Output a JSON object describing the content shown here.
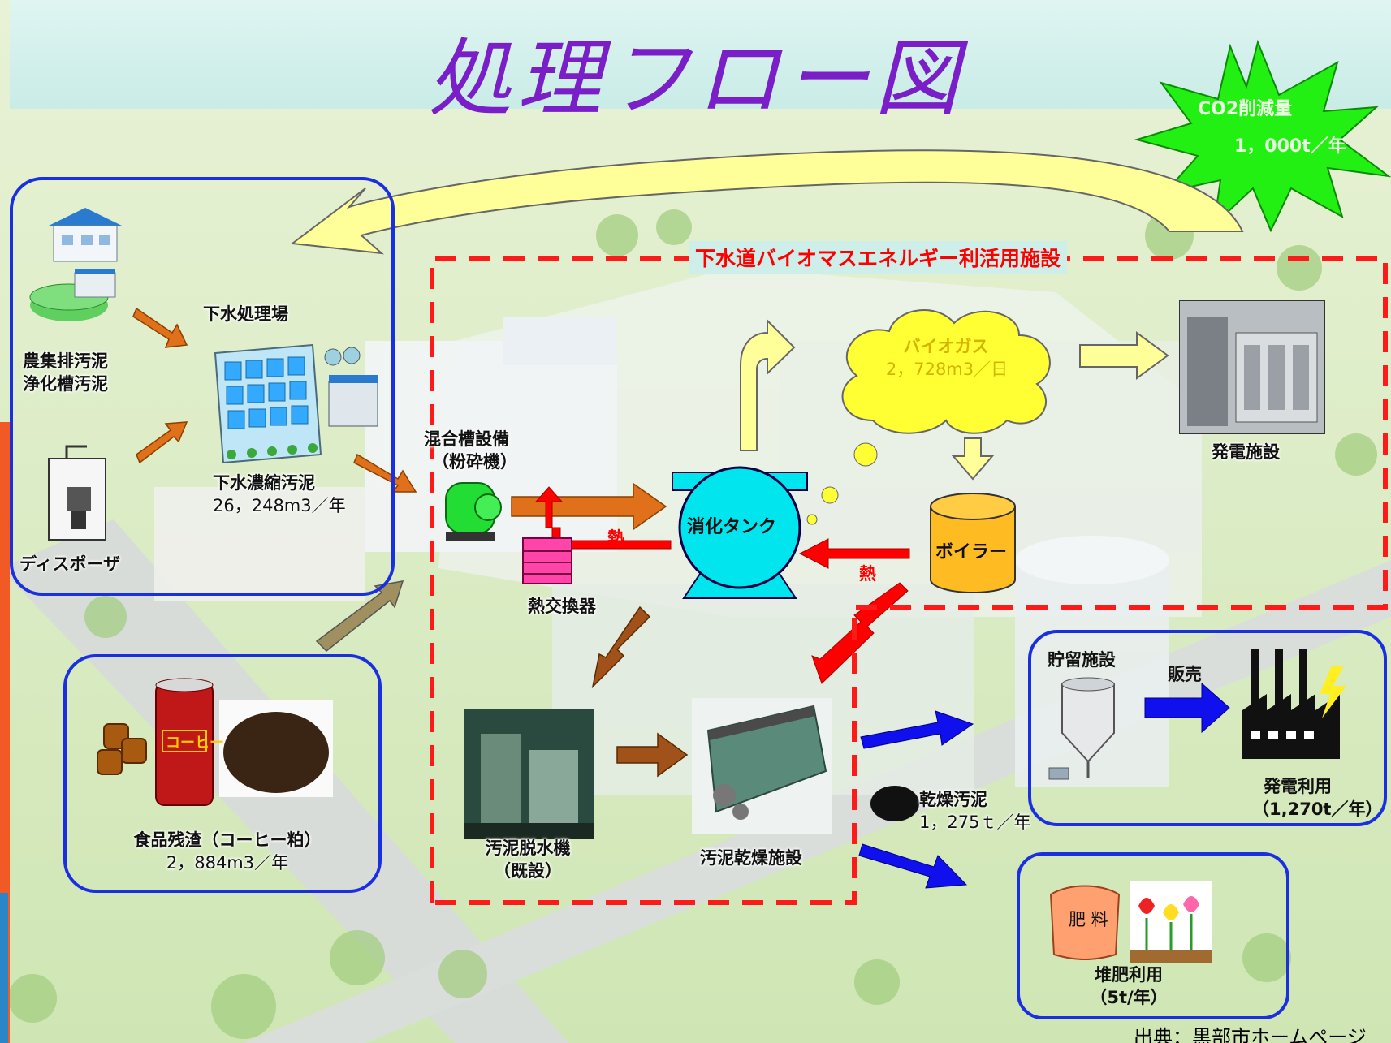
{
  "title": "処理フロー図",
  "co2_badge": {
    "line1": "CO2削減量",
    "line2": "1，000t／年"
  },
  "facility_label": "下水道バイオマスエネルギー利活用施設",
  "treatment_plant": {
    "name": "下水処理場",
    "inputs": [
      "農集排汚泥",
      "浄化槽汚泥"
    ],
    "disposer": "ディスポーザ",
    "output_name": "下水濃縮汚泥",
    "output_volume": "26，248m3／年"
  },
  "food_waste": {
    "name": "食品残渣（コーヒー粕）",
    "volume": "2，884m3／年",
    "can_text": "コーヒー"
  },
  "mixing_tank": {
    "line1": "混合槽設備",
    "line2": "（粉砕機）"
  },
  "heat_exchanger": "熱交換器",
  "heat_labels": [
    "熱",
    "熱"
  ],
  "digestion_tank": "消化タンク",
  "biogas": {
    "name": "バイオガス",
    "volume": "2，728m3／日"
  },
  "power_plant": "発電施設",
  "boiler": "ボイラー",
  "dewatering": {
    "line1": "汚泥脱水機",
    "line2": "（既設）"
  },
  "drying": "汚泥乾燥施設",
  "dried_sludge": {
    "name": "乾燥汚泥",
    "volume": "1，275ｔ／年"
  },
  "storage": "貯留施設",
  "sale": "販売",
  "power_use": {
    "name": "発電利用",
    "volume": "（1,270t／年）"
  },
  "compost": {
    "name": "堆肥利用",
    "volume": "（5t/年）",
    "bag_text": "肥 料"
  },
  "source": "出典：黒部市ホームページ",
  "colors": {
    "title": "#7a1ec8",
    "flow_orange": "#e0701a",
    "heat_red": "#ff0000",
    "output_blue": "#1010ee",
    "frame_blue": "#1a2fe0",
    "digestion": "#00e5ee",
    "biogas": "#ffff33",
    "boiler": "#ffbb22",
    "starburst": "#22f012"
  }
}
